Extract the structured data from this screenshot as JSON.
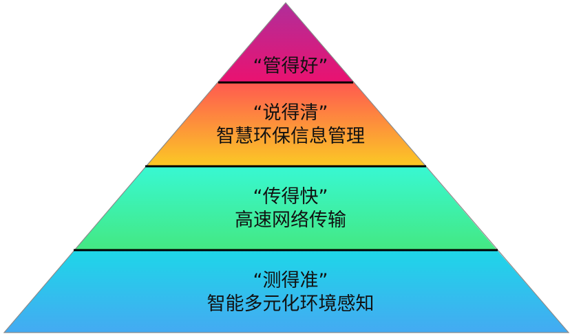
{
  "diagram": {
    "type": "pyramid",
    "colors": {
      "layer1_top": "#b02e9a",
      "layer1_bottom": "#ea1270",
      "layer2_top": "#ff5a50",
      "layer2_bottom": "#fbc925",
      "layer3_top": "#38f8d2",
      "layer3_bottom": "#44e882",
      "layer4_top": "#1ed6e8",
      "layer4_bottom": "#44aaf2",
      "separator": "#000000",
      "outline": "#888888"
    },
    "layers": [
      {
        "title": "“管得好”",
        "subtitle": ""
      },
      {
        "title": "“说得清”",
        "subtitle": "智慧环保信息管理"
      },
      {
        "title": "“传得快”",
        "subtitle": "高速网络传输"
      },
      {
        "title": "“测得准”",
        "subtitle": "智能多元化环境感知"
      }
    ]
  }
}
